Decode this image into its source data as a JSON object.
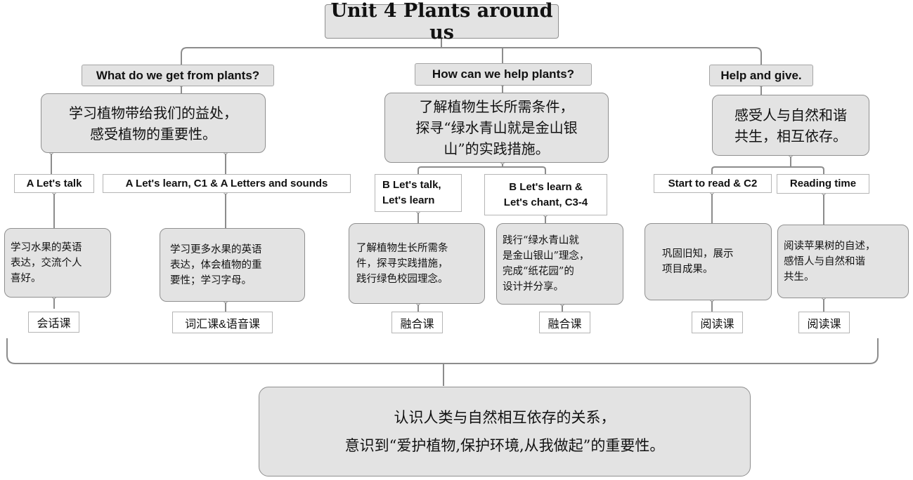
{
  "title": "Unit 4 Plants around us",
  "sections": [
    {
      "heading": "What do we get from plants?",
      "goal": "学习植物带给我们的益处，\n感受植物的重要性。",
      "lessons": [
        {
          "name": "A Let's talk",
          "description": "学习水果的英语\n表达，交流个人\n喜好。",
          "type": "会话课"
        },
        {
          "name": "A Let's learn, C1 & A Letters and sounds",
          "description": "学习更多水果的英语\n表达，体会植物的重\n要性；学习字母。",
          "type": "词汇课&语音课"
        }
      ]
    },
    {
      "heading": "How can we help plants?",
      "goal": "了解植物生长所需条件，\n探寻“绿水青山就是金山银\n山”的实践措施。",
      "lessons": [
        {
          "name": "B Let's talk,\nLet's learn",
          "description": "了解植物生长所需条\n件，探寻实践措施，\n践行绿色校园理念。",
          "type": "融合课"
        },
        {
          "name": "B Let's learn &\nLet's chant, C3-4",
          "description": "践行“绿水青山就\n是金山银山”理念，\n完成“纸花园”的\n设计并分享。",
          "type": "融合课"
        }
      ]
    },
    {
      "heading": "Help and give.",
      "goal": "感受人与自然和谐\n共生，相互依存。",
      "lessons": [
        {
          "name": "Start to read & C2",
          "description": "巩固旧知，展示\n项目成果。",
          "type": "阅读课"
        },
        {
          "name": "Reading time",
          "description": "阅读苹果树的自述，\n感悟人与自然和谐\n共生。",
          "type": "阅读课"
        }
      ]
    }
  ],
  "summary": "认识人类与自然相互依存的关系，\n意识到“爱护植物,保护环境,从我做起”的重要性。",
  "colors": {
    "node_fill": "#e3e3e3",
    "border": "#8f8f8f",
    "line": "#8c8c8c"
  }
}
